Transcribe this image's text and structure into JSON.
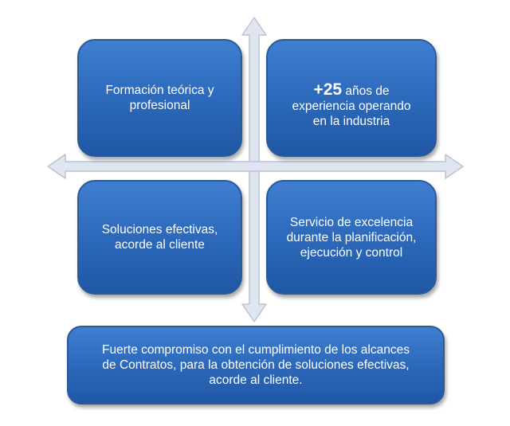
{
  "colors": {
    "box_fill": "#2e6bbd",
    "box_border": "#2a5a97",
    "axis_fill": "#dfe6ef",
    "axis_stroke": "#b7c4d6",
    "text": "#ffffff"
  },
  "quadrants": {
    "top_left": {
      "text": "Formación teórica y\nprofesional"
    },
    "top_right": {
      "number": "+25",
      "text_after_number": " años de",
      "text": "experiencia operando\nen la industria"
    },
    "bottom_left": {
      "text": "Soluciones efectivas,\nacorde al cliente"
    },
    "bottom_right": {
      "text": "Servicio de excelencia\ndurante la planificación,\nejecución y control"
    }
  },
  "bottom_box": {
    "text": "Fuerte compromiso con el cumplimiento de los alcances\nde Contratos, para la obtención de soluciones efectivas,\nacorde al cliente."
  }
}
